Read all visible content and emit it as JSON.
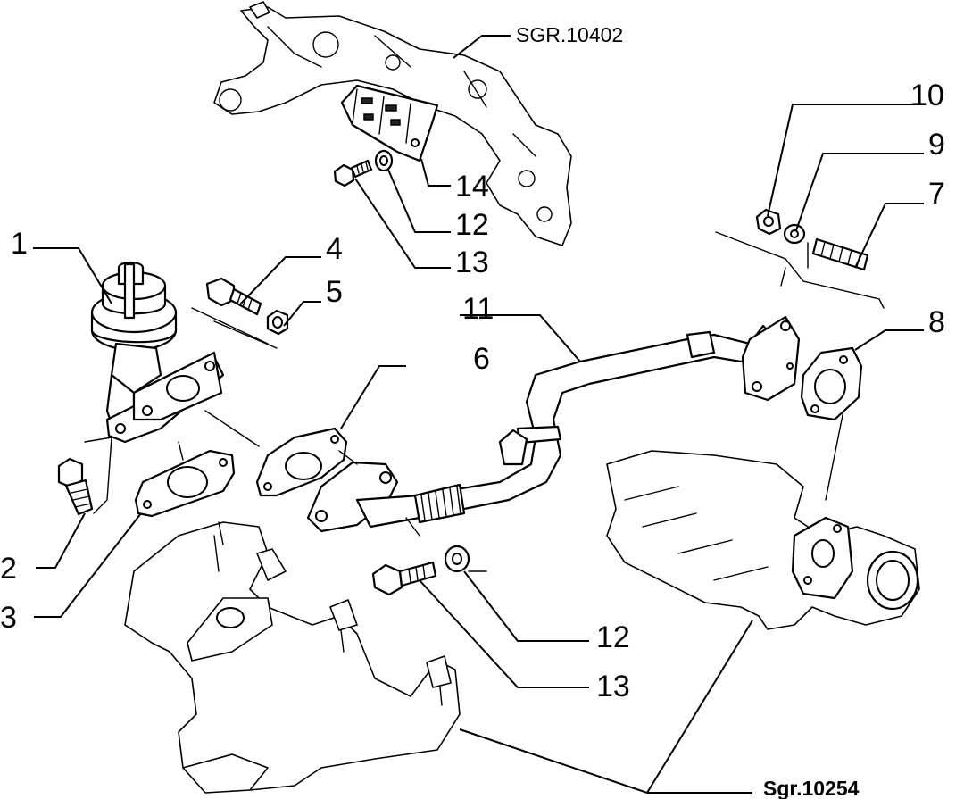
{
  "references": {
    "top": "SGR.10402",
    "bottom": "Sgr.10254"
  },
  "callouts": {
    "c1": "1",
    "c2": "2",
    "c3": "3",
    "c4": "4",
    "c5": "5",
    "c6": "6",
    "c7": "7",
    "c8": "8",
    "c9": "9",
    "c10": "10",
    "c11": "11",
    "c12a": "12",
    "c12b": "12",
    "c13a": "13",
    "c13b": "13",
    "c14": "14"
  }
}
